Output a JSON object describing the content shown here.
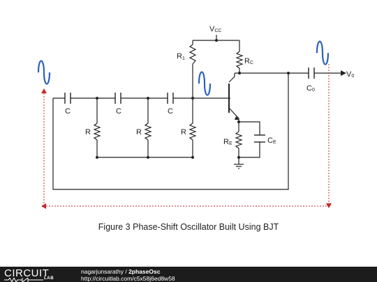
{
  "labels": {
    "vcc": "V",
    "vcc_sub": "CC",
    "r1": "R",
    "r1_sub": "1",
    "rc": "R",
    "rc_sub": "C",
    "re": "R",
    "re_sub": "E",
    "ce": "C",
    "ce_sub": "E",
    "c0": "C",
    "c0_sub": "0",
    "v0": "V",
    "v0_sub": "0",
    "c1": "C",
    "c2": "C",
    "c3": "C",
    "r_a": "R",
    "r_b": "R",
    "r_c": "R"
  },
  "caption": "Figure 3   Phase-Shift Oscillator Built Using BJT",
  "footer": {
    "logo_text": "CIRCUIT",
    "logo_sub": "LAB",
    "user": "nagarjunsarathy",
    "separator": " / ",
    "project": "2phaseOsc",
    "url": "http://circuitlab.com/c5x58j6ed8w58"
  },
  "colors": {
    "wire": "#222222",
    "sine": "#2b62ba",
    "arrow": "#c62828",
    "footer_bg": "#1c1c1c"
  }
}
